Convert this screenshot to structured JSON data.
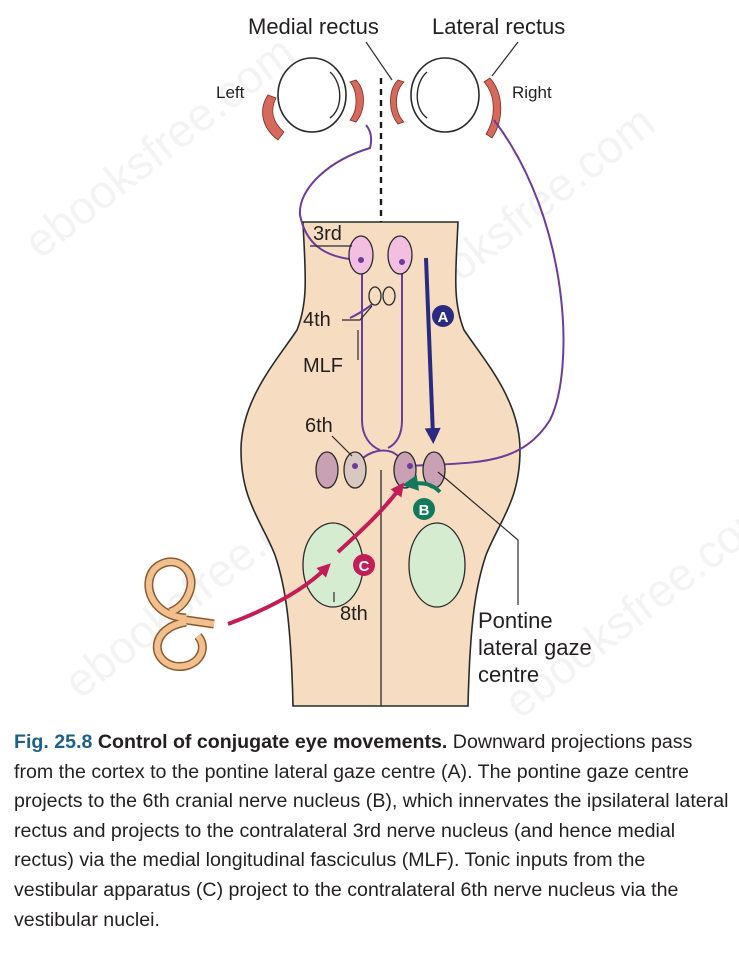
{
  "diagram": {
    "labels": {
      "medial_rectus": "Medial rectus",
      "lateral_rectus": "Lateral rectus",
      "left": "Left",
      "right": "Right",
      "third": "3rd",
      "fourth": "4th",
      "mlf": "MLF",
      "sixth": "6th",
      "eighth": "8th",
      "pontine_1": "Pontine",
      "pontine_2": "lateral gaze",
      "pontine_3": "centre"
    },
    "markers": {
      "a": "A",
      "b": "B",
      "c": "C"
    },
    "watermark": "ebooksfree.com",
    "colors": {
      "brainstem": "#f6dcc0",
      "outline": "#2a2a2a",
      "nerve": "#6a3d9a",
      "arrow_a": "#2b2a83",
      "marker_b": "#127a5a",
      "arrow_c": "#c21d57",
      "nucleus_3rd": "#f3bfe0",
      "nucleus_6th": "#c9a0b4",
      "vestibular": "#d6ecd0",
      "muscle": "#d5695c",
      "cochlea": "#f2c08f"
    }
  },
  "caption": {
    "fig_no": "Fig. 25.8",
    "title": "Control of conjugate eye movements.",
    "text": "Downward projections pass from the cortex to the pontine lateral gaze centre (A). The pontine gaze centre projects to the 6th cranial nerve nucleus (B), which innervates the ipsilateral lateral rectus and projects to the contralateral 3rd nerve nucleus (and hence medial rectus) via the medial longitudinal fasciculus (MLF). Tonic inputs from the vestibular apparatus (C) project to the contralateral 6th nerve nucleus via the vestibular nuclei."
  }
}
